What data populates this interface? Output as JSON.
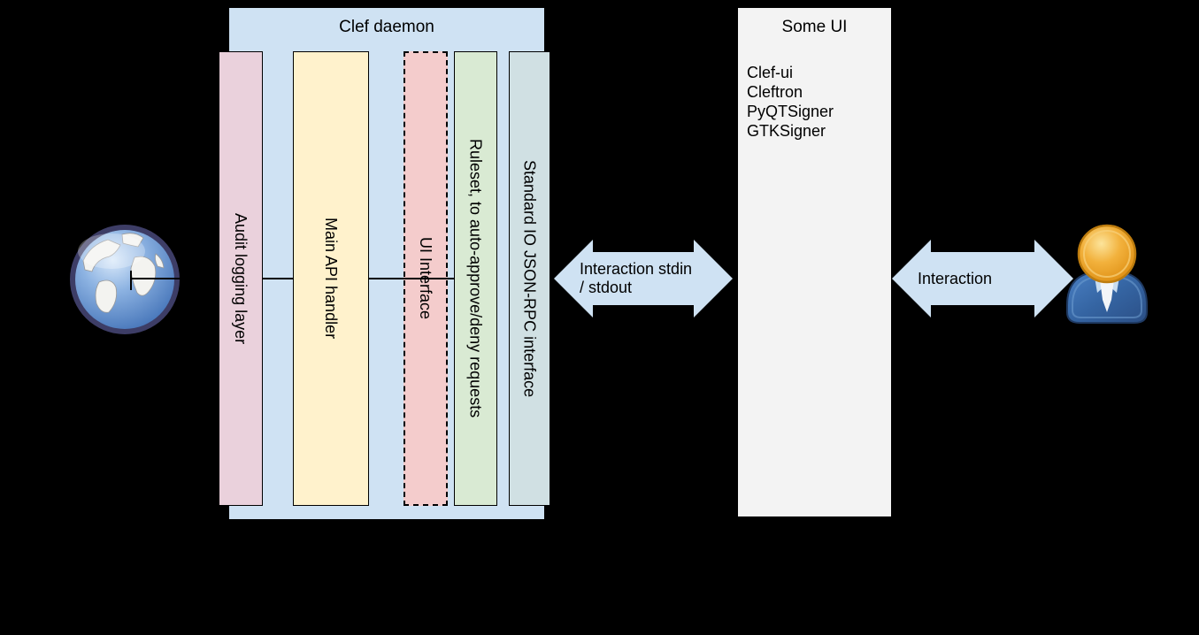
{
  "diagram": {
    "clef_daemon": {
      "title": "Clef daemon",
      "layers": [
        {
          "id": "audit-logging",
          "label": "Audit logging layer"
        },
        {
          "id": "main-api",
          "label": "Main API handler"
        },
        {
          "id": "ui-interface",
          "label": "UI Interface"
        },
        {
          "id": "ruleset",
          "label": "Ruleset, to auto-approve/deny requests"
        },
        {
          "id": "stdio-jsonrpc",
          "label": "Standard IO JSON-RPC interface"
        }
      ]
    },
    "some_ui": {
      "title": "Some UI",
      "items": [
        "Clef-ui",
        "Cleftron",
        "PyQTSigner",
        "GTKSigner"
      ]
    },
    "arrows": {
      "daemon_to_ui": {
        "label_line1": "Interaction stdin",
        "label_line2": "/ stdout",
        "label_full": "Interaction stdin / stdout"
      },
      "ui_to_user": {
        "label": "Interaction"
      }
    },
    "icons": {
      "left": "globe-icon (network / external world)",
      "right": "user-icon (human operator)"
    }
  },
  "colors": {
    "background": "#000000",
    "container_blue": "#cfe2f3",
    "audit_pink": "#ead1dc",
    "main_api_yellow": "#fff2cc",
    "ui_interface_red": "#f4cccc",
    "ruleset_green": "#d9ead3",
    "stdio_gray_blue": "#d0e0e3",
    "some_ui_gray": "#f3f3f3",
    "arrow_blue": "#cfe2f3",
    "line_black": "#000000"
  }
}
